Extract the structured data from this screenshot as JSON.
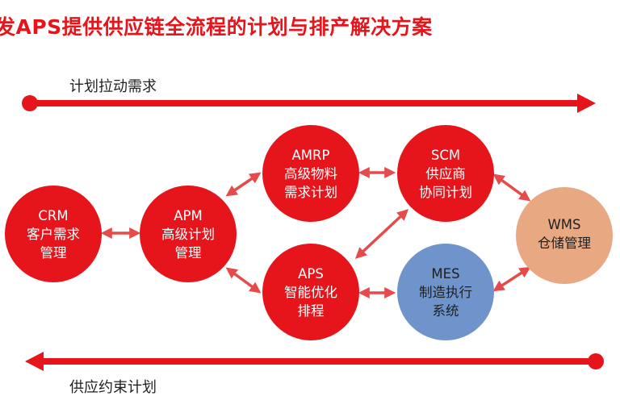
{
  "title": "发APS提供供应链全流程的计划与排产解决方案",
  "flows": {
    "top": "计划拉动需求",
    "bottom": "供应约束计划"
  },
  "colors": {
    "red": "#e5151b",
    "blue": "#6f94cc",
    "tan": "#e8a982",
    "arrow": "#e64a4a"
  },
  "nodes": {
    "crm": {
      "lines": [
        "CRM",
        "客户需求",
        "管理"
      ]
    },
    "apm": {
      "lines": [
        "APM",
        "高级计划",
        "管理"
      ]
    },
    "amrp": {
      "lines": [
        "AMRP",
        "高级物料",
        "需求计划"
      ]
    },
    "scm": {
      "lines": [
        "SCM",
        "供应商",
        "协同计划"
      ]
    },
    "aps": {
      "lines": [
        "APS",
        "智能优化",
        "排程"
      ]
    },
    "mes": {
      "lines": [
        "MES",
        "制造执行",
        "系统"
      ]
    },
    "wms": {
      "lines": [
        "WMS",
        "仓储管理"
      ]
    }
  }
}
